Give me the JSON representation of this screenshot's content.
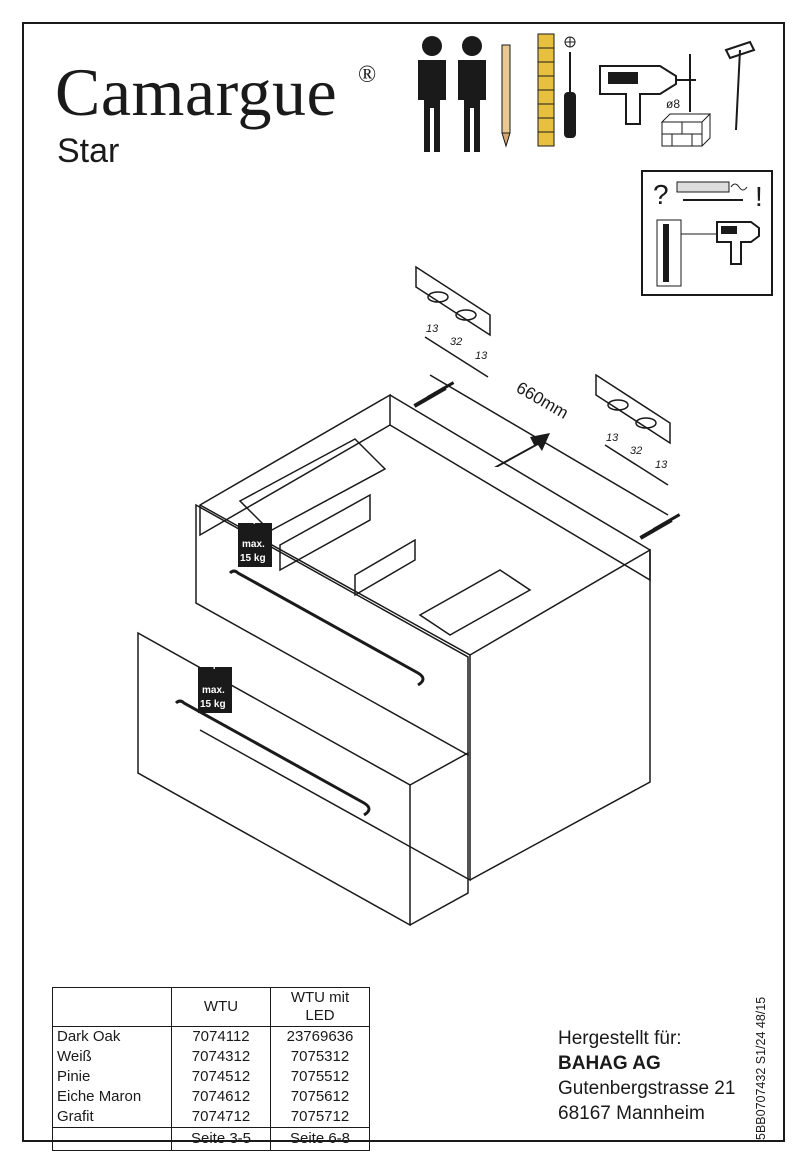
{
  "brand": {
    "name": "Camargue",
    "registered_mark": "®",
    "model": "Star"
  },
  "tools": {
    "icons": [
      "two-persons-icon",
      "pencil-icon",
      "folding-ruler-icon",
      "phillips-screwdriver-icon",
      "drill-icon",
      "drill-bit-icon",
      "hammer-icon",
      "wall-bricks-icon"
    ],
    "drill_bit_label": "ø8",
    "screwdriver_symbol": "⊕"
  },
  "warning": {
    "question": "?",
    "exclamation": "!",
    "icons": [
      "cable-detector-icon",
      "wall-drill-icon"
    ]
  },
  "drawing": {
    "hole_spacing_left": [
      "13",
      "32",
      "13"
    ],
    "hole_spacing_right": [
      "13",
      "32",
      "13"
    ],
    "bracket_distance": "660mm",
    "weight_limit_top": {
      "line1": "max.",
      "line2": "15 kg"
    },
    "weight_limit_bottom": {
      "line1": "max.",
      "line2": "15 kg"
    },
    "weight_plus": "+"
  },
  "codes_table": {
    "headers": [
      "",
      "WTU",
      "WTU mit LED"
    ],
    "rows": [
      [
        "Dark Oak",
        "7074112",
        "23769636"
      ],
      [
        "Weiß",
        "7074312",
        "7075312"
      ],
      [
        "Pinie",
        "7074512",
        "7075512"
      ],
      [
        "Eiche Maron",
        "7074612",
        "7075612"
      ],
      [
        "Grafit",
        "7074712",
        "7075712"
      ]
    ],
    "footer": [
      "",
      "Seite 3-5",
      "Seite 6-8"
    ]
  },
  "manufacturer": {
    "label": "Hergestellt für:",
    "company": "BAHAG AG",
    "street": "Gutenbergstrasse 21",
    "city": "68167 Mannheim"
  },
  "doc_code": "5BB0707432 S1/24 48/15"
}
